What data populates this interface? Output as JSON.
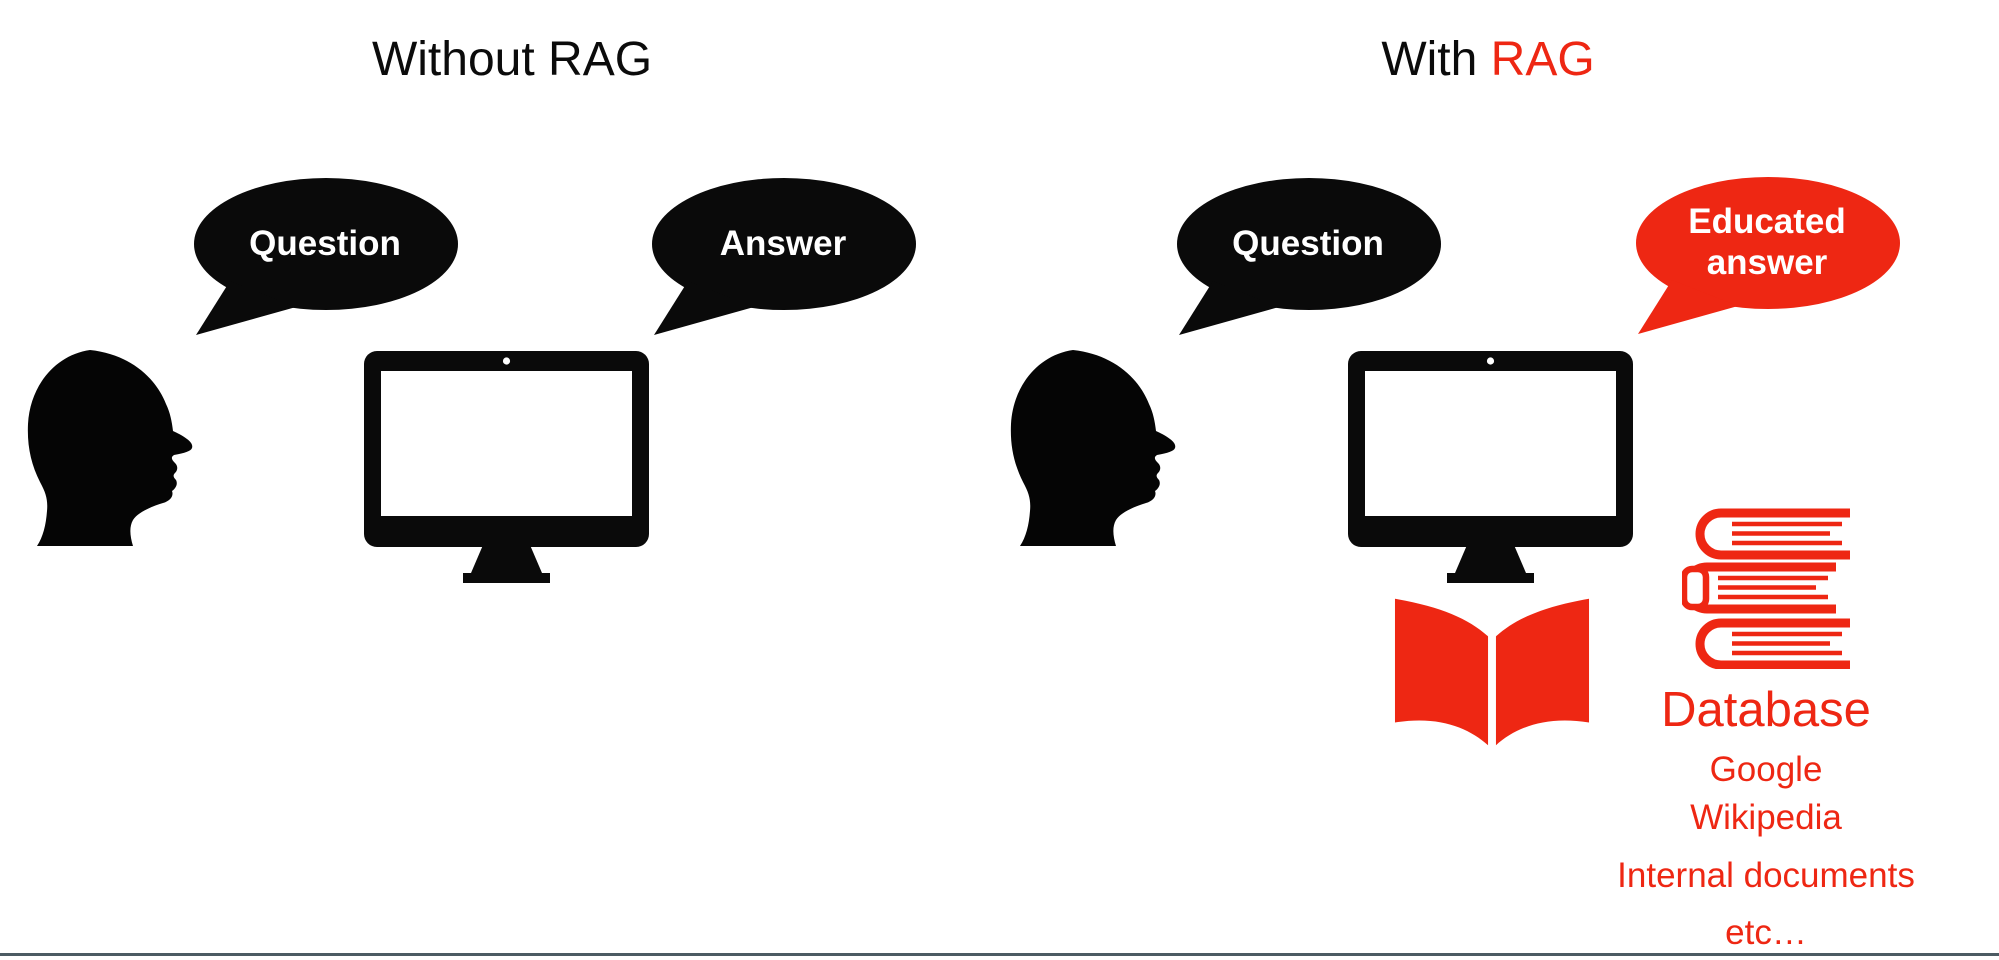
{
  "left": {
    "title": "Without RAG",
    "question_bubble": "Question",
    "answer_bubble": "Answer"
  },
  "right": {
    "title_prefix": "With",
    "title_highlight": "RAG",
    "question_bubble": "Question",
    "answer_bubble": "Educated answer",
    "sources": [
      "Database",
      "Google",
      "Wikipedia",
      "Internal documents",
      "etc…"
    ]
  },
  "icons": {
    "person": "head-silhouette-icon",
    "computer": "monitor-icon",
    "speech": "speech-bubble-icon",
    "open_book": "open-book-icon",
    "book_stack": "book-stack-icon"
  },
  "colors": {
    "accent_red": "#ee2713",
    "icon_black": "#0a0a0a",
    "bubble_text": "#ffffff",
    "bottom_border": "#4c5b63",
    "background": "#ffffff"
  }
}
